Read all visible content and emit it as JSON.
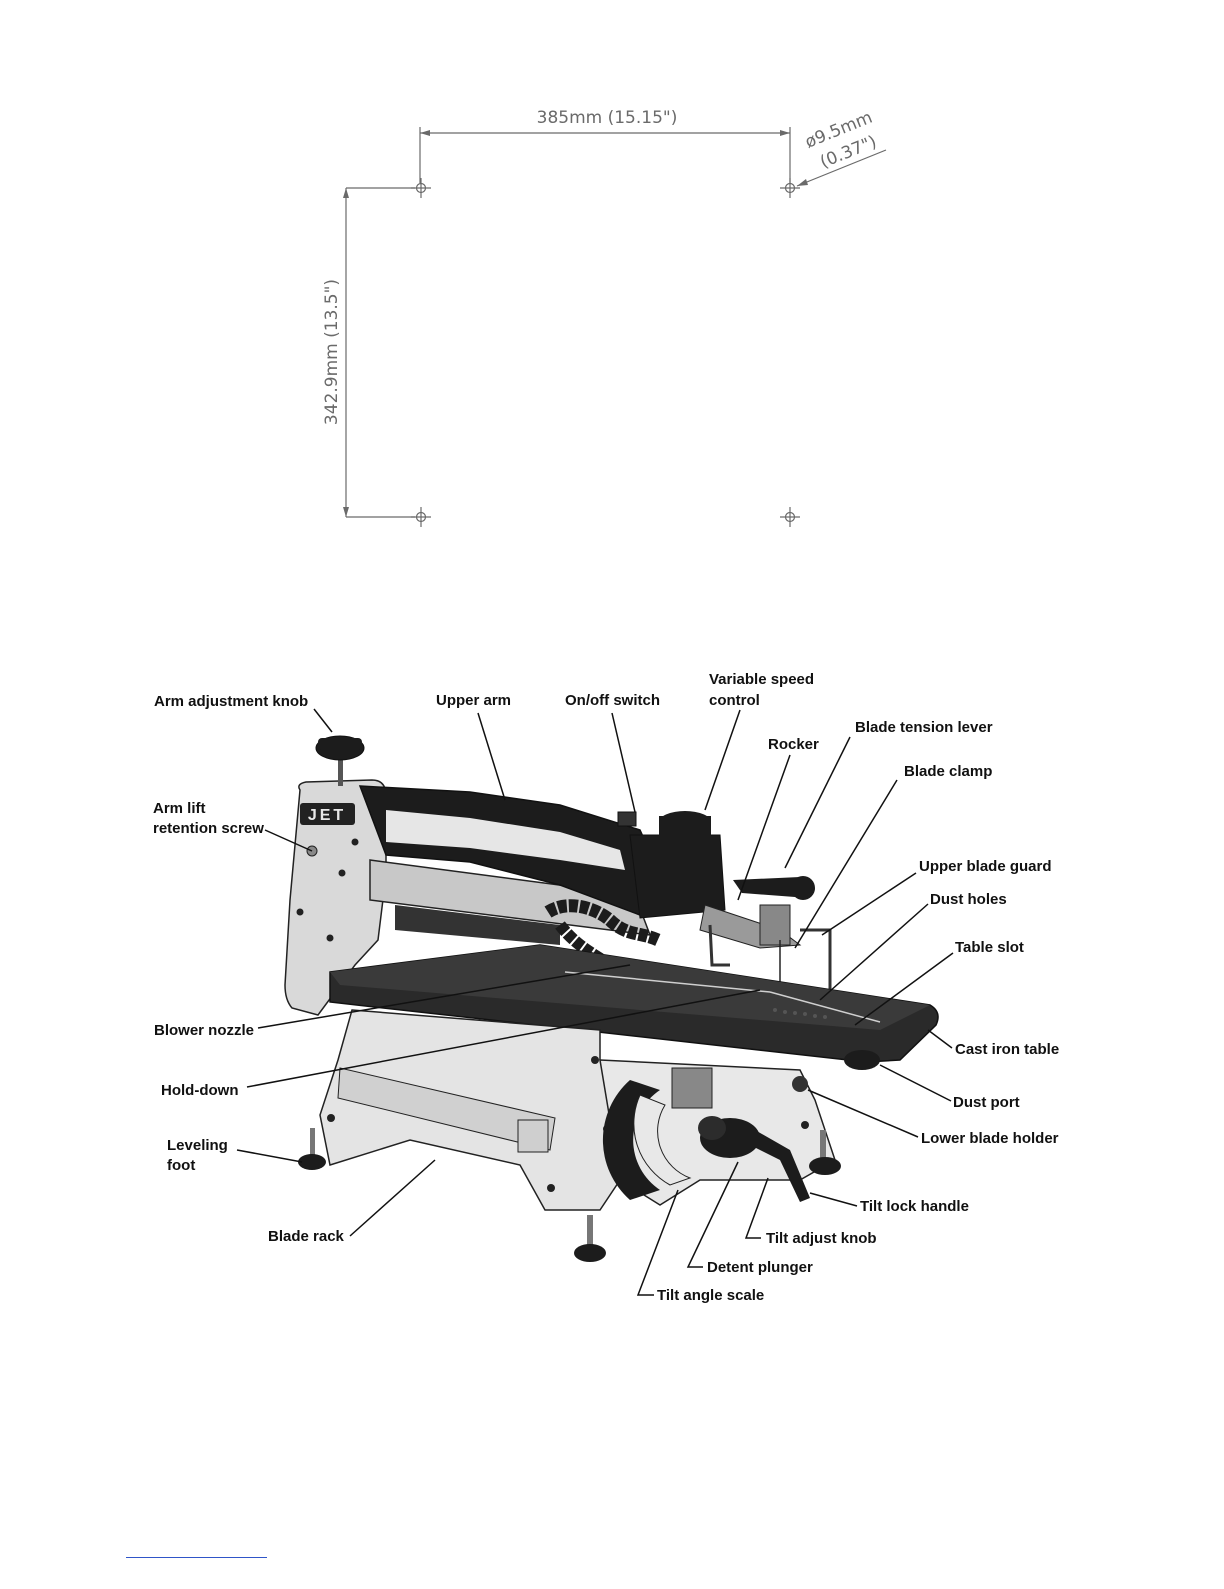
{
  "mounting_diagram": {
    "width_label": "385mm  (15.15\")",
    "height_label": "342.9mm  (13.5\")",
    "hole_diameter_label": "ø9.5mm",
    "hole_diameter_inch_label": "(0.37\")"
  },
  "parts_diagram": {
    "labels": {
      "arm_adjustment_knob": "Arm adjustment knob",
      "upper_arm": "Upper arm",
      "on_off_switch": "On/off switch",
      "variable_speed_control_line1": "Variable speed",
      "variable_speed_control_line2": "control",
      "blade_tension_lever": "Blade tension lever",
      "rocker": "Rocker",
      "blade_clamp": "Blade clamp",
      "arm_lift_retention_screw_line1": "Arm lift",
      "arm_lift_retention_screw_line2": "retention screw",
      "upper_blade_guard": "Upper blade guard",
      "dust_holes": "Dust holes",
      "table_slot": "Table slot",
      "blower_nozzle": "Blower nozzle",
      "cast_iron_table": "Cast iron table",
      "hold_down": "Hold-down",
      "dust_port": "Dust port",
      "lower_blade_holder": "Lower blade holder",
      "leveling_foot_line1": "Leveling",
      "leveling_foot_line2": "foot",
      "tilt_lock_handle": "Tilt lock handle",
      "blade_rack": "Blade rack",
      "tilt_adjust_knob": "Tilt adjust knob",
      "detent_plunger": "Detent plunger",
      "tilt_angle_scale": "Tilt angle scale"
    },
    "brand_badge": "JET"
  }
}
